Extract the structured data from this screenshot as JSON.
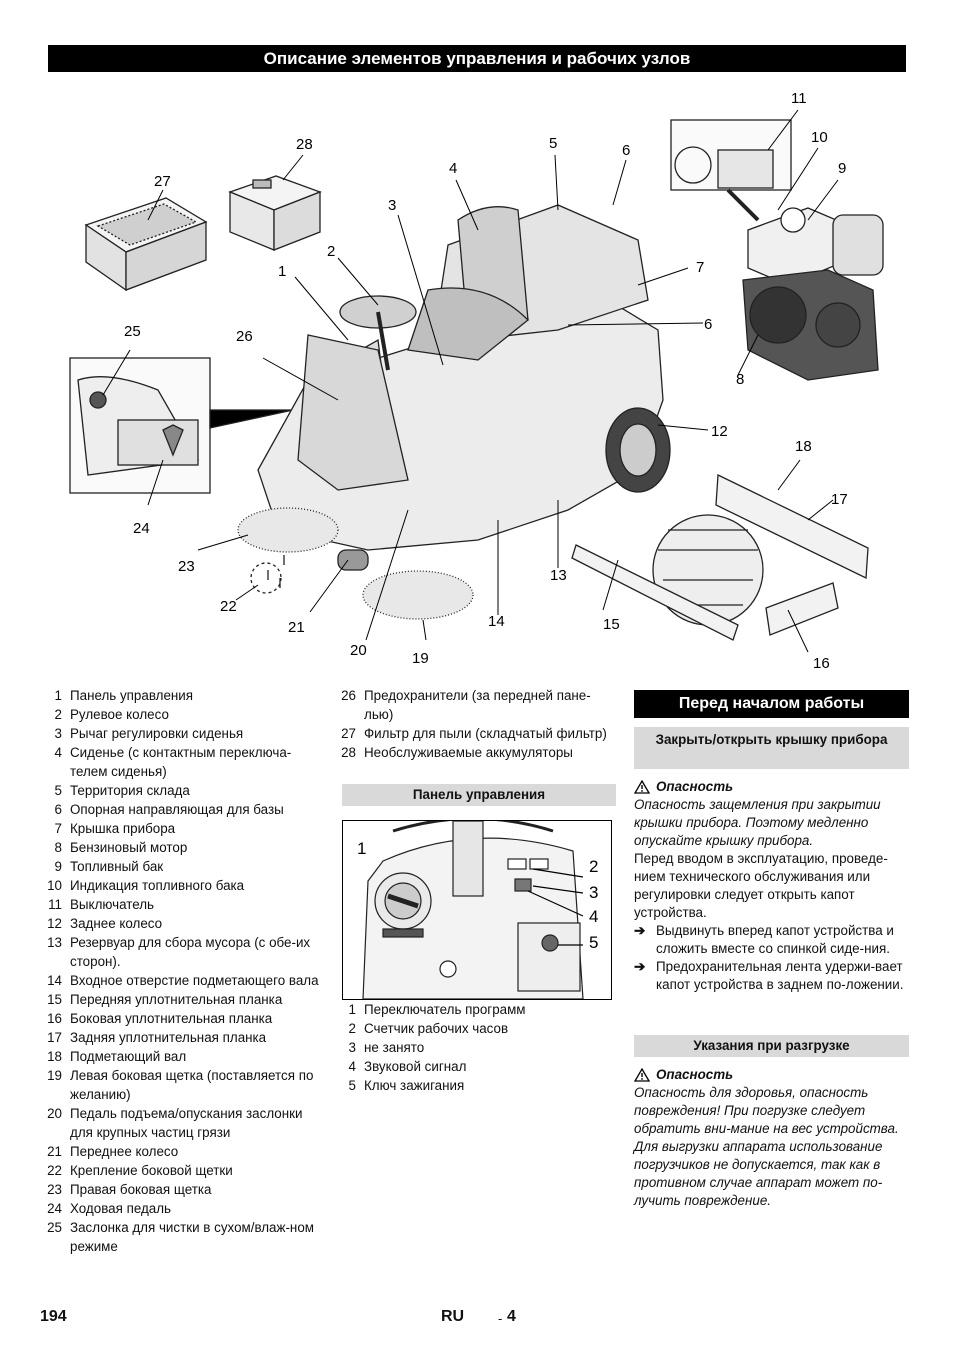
{
  "header": {
    "title": "Описание элементов управления и рабочих узлов"
  },
  "diagram_callouts": [
    "1",
    "2",
    "3",
    "4",
    "5",
    "6",
    "6",
    "7",
    "8",
    "9",
    "10",
    "11",
    "12",
    "13",
    "14",
    "15",
    "16",
    "17",
    "18",
    "19",
    "20",
    "21",
    "22",
    "23",
    "24",
    "25",
    "26",
    "27",
    "28"
  ],
  "legend_left": [
    {
      "n": "1",
      "t": "Панель управления"
    },
    {
      "n": "2",
      "t": "Рулевое колесо"
    },
    {
      "n": "3",
      "t": "Рычаг регулировки сиденья"
    },
    {
      "n": "4",
      "t": "Сиденье (с контактным переключа-телем сиденья)"
    },
    {
      "n": "5",
      "t": "Территория склада"
    },
    {
      "n": "6",
      "t": "Опорная направляющая для базы"
    },
    {
      "n": "7",
      "t": "Крышка прибора"
    },
    {
      "n": "8",
      "t": "Бензиновый мотор"
    },
    {
      "n": "9",
      "t": "Топливный бак"
    },
    {
      "n": "10",
      "t": "Индикация топливного бака"
    },
    {
      "n": "11",
      "t": "Выключатель"
    },
    {
      "n": "12",
      "t": "Заднее колесо"
    },
    {
      "n": "13",
      "t": "Резервуар для сбора мусора (с обе-их сторон)."
    },
    {
      "n": "14",
      "t": "Входное отверстие подметающего вала"
    },
    {
      "n": "15",
      "t": "Передняя уплотнительная планка"
    },
    {
      "n": "16",
      "t": "Боковая уплотнительная планка"
    },
    {
      "n": "17",
      "t": "Задняя уплотнительная планка"
    },
    {
      "n": "18",
      "t": "Подметающий вал"
    },
    {
      "n": "19",
      "t": "Левая боковая щетка (поставляется по желанию)"
    },
    {
      "n": "20",
      "t": "Педаль подъема/опускания заслонки для крупных частиц грязи"
    },
    {
      "n": "21",
      "t": "Переднее колесо"
    },
    {
      "n": "22",
      "t": "Крепление боковой щетки"
    },
    {
      "n": "23",
      "t": "Правая боковая щетка"
    },
    {
      "n": "24",
      "t": "Ходовая педаль"
    },
    {
      "n": "25",
      "t": "Заслонка для чистки в сухом/влаж-ном режиме"
    }
  ],
  "legend_mid": [
    {
      "n": "26",
      "t": "Предохранители (за передней пане-лью)"
    },
    {
      "n": "27",
      "t": "Фильтр для пыли (складчатый фильтр)"
    },
    {
      "n": "28",
      "t": "Необслуживаемые аккумуляторы"
    }
  ],
  "panel": {
    "heading": "Панель управления",
    "callouts": [
      "1",
      "2",
      "3",
      "4",
      "5"
    ],
    "items": [
      {
        "n": "1",
        "t": "Переключатель программ"
      },
      {
        "n": "2",
        "t": "Счетчик рабочих часов"
      },
      {
        "n": "3",
        "t": "не занято"
      },
      {
        "n": "4",
        "t": "Звуковой сигнал"
      },
      {
        "n": "5",
        "t": "Ключ зажигания"
      }
    ]
  },
  "right": {
    "section_title": "Перед началом работы",
    "sub1": "Закрыть/открыть крышку прибора",
    "warning_label": "Опасность",
    "warn1_text": "Опасность защемления при закрытии крышки прибора. Поэтому медленно опускайте крышку прибора.",
    "para1": "Перед вводом в эксплуатацию, проведе-нием технического обслуживания или регулировки следует открыть капот устройства.",
    "bullets": [
      "Выдвинуть вперед капот устройства и сложить вместе со спинкой сиде-ния.",
      "Предохранительная лента удержи-вает капот устройства в заднем по-ложении."
    ],
    "sub2": "Указания при разгрузке",
    "warn2_text": "Опасность для здоровья, опасность повреждения! При погрузке следует обратить вни-мание на вес устройства. Для выгрузки аппарата использование погрузчиков не допускается, так как в противном случае аппарат может по-лучить повреждение."
  },
  "footer": {
    "page": "194",
    "lang": "RU",
    "sep": "-",
    "num": "4"
  }
}
